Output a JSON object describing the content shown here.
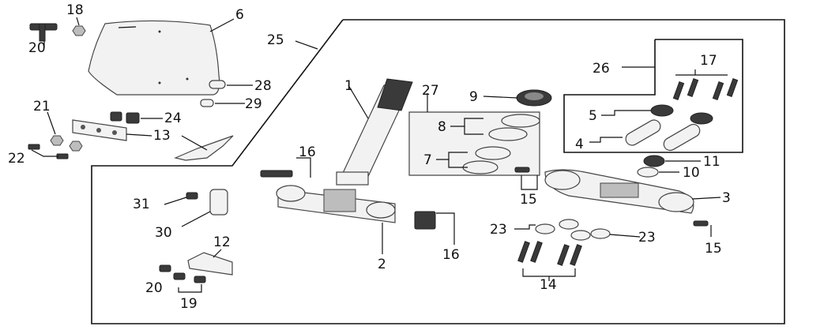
{
  "callouts": [
    {
      "id": "c1",
      "text": "1"
    },
    {
      "id": "c2",
      "text": "2"
    },
    {
      "id": "c3",
      "text": "3"
    },
    {
      "id": "c4",
      "text": "4"
    },
    {
      "id": "c5",
      "text": "5"
    },
    {
      "id": "c6",
      "text": "6"
    },
    {
      "id": "c7",
      "text": "7"
    },
    {
      "id": "c8",
      "text": "8"
    },
    {
      "id": "c9",
      "text": "9"
    },
    {
      "id": "c10",
      "text": "10"
    },
    {
      "id": "c11",
      "text": "11"
    },
    {
      "id": "c12",
      "text": "12"
    },
    {
      "id": "c13",
      "text": "13"
    },
    {
      "id": "c14",
      "text": "14"
    },
    {
      "id": "c15a",
      "text": "15"
    },
    {
      "id": "c15b",
      "text": "15"
    },
    {
      "id": "c16a",
      "text": "16"
    },
    {
      "id": "c16b",
      "text": "16"
    },
    {
      "id": "c17",
      "text": "17"
    },
    {
      "id": "c18",
      "text": "18"
    },
    {
      "id": "c19",
      "text": "19"
    },
    {
      "id": "c20a",
      "text": "20"
    },
    {
      "id": "c20b",
      "text": "20"
    },
    {
      "id": "c21",
      "text": "21"
    },
    {
      "id": "c22",
      "text": "22"
    },
    {
      "id": "c23a",
      "text": "23"
    },
    {
      "id": "c23b",
      "text": "23"
    },
    {
      "id": "c24",
      "text": "24"
    },
    {
      "id": "c25",
      "text": "25"
    },
    {
      "id": "c26",
      "text": "26"
    },
    {
      "id": "c27",
      "text": "27"
    },
    {
      "id": "c28",
      "text": "28"
    },
    {
      "id": "c29",
      "text": "29"
    },
    {
      "id": "c30",
      "text": "30"
    },
    {
      "id": "c31",
      "text": "31"
    }
  ]
}
